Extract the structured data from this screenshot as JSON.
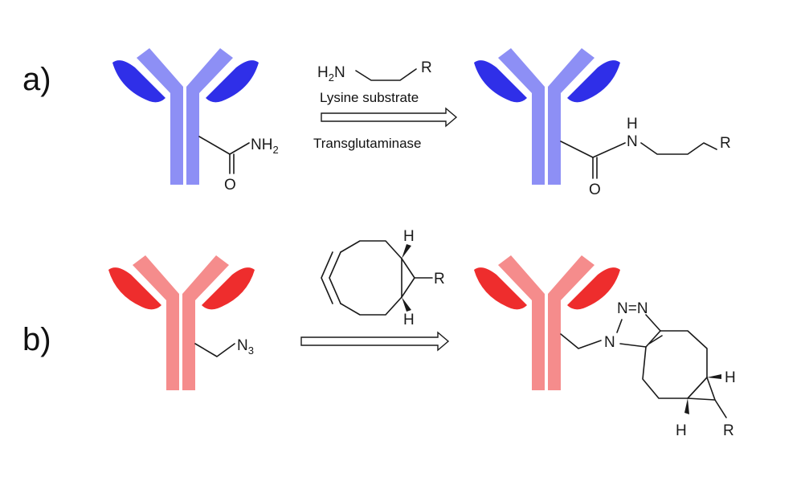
{
  "colors": {
    "blue_arm": "#7b7df0",
    "blue_light": "#8d8ff5",
    "blue_dark": "#2f2fe8",
    "red_arm": "#f07878",
    "red_light": "#f58c8c",
    "red_dark": "#ee2d2d",
    "bond": "#1a1a1a"
  },
  "panel_a": {
    "label": "a)",
    "reactant_group": [
      "NH",
      "2"
    ],
    "reactant_oxygen": "O",
    "reagent_amine": [
      "H",
      "2",
      "N"
    ],
    "reagent_r": "R",
    "reagent_name": "Lysine substrate",
    "catalyst": "Transglutaminase",
    "product_nh_h": "H",
    "product_nh_n": "N",
    "product_oxygen": "O",
    "product_r": "R"
  },
  "panel_b": {
    "label": "b)",
    "reactant_group": [
      "N",
      "3"
    ],
    "reagent_h_top": "H",
    "reagent_h_bottom": "H",
    "reagent_r": "R",
    "product_n_top": "N=N",
    "product_n_ring": "N",
    "product_h_right": "H",
    "product_h_bottom": "H",
    "product_r": "R"
  }
}
